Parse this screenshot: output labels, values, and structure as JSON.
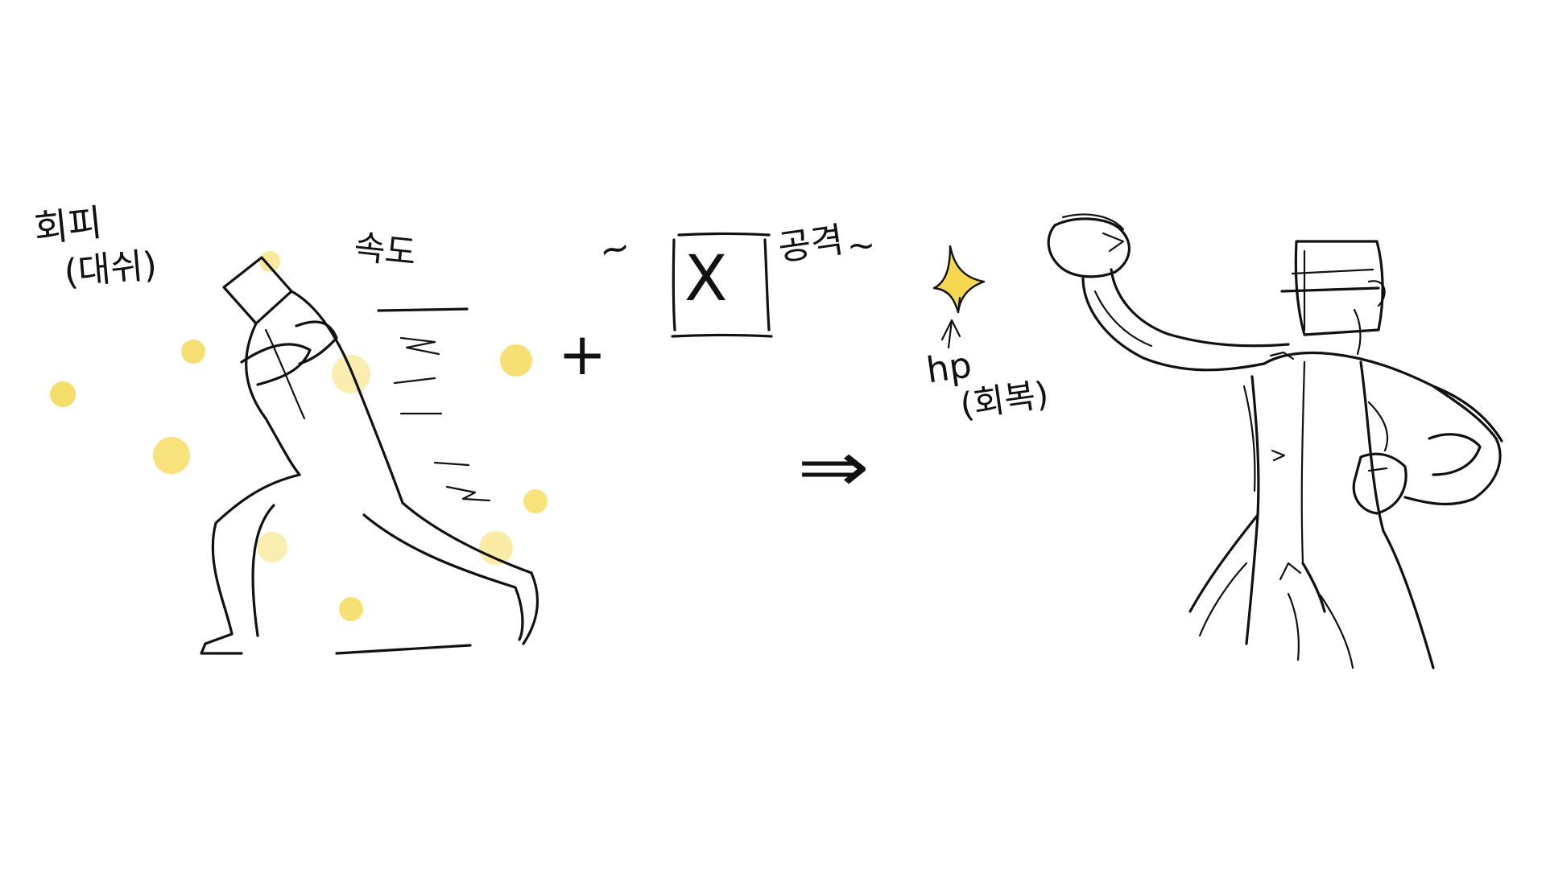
{
  "labels": {
    "evade": "회피",
    "evade_sub": "(대쉬)",
    "speed": "속도",
    "plus": "+",
    "tilde_before_key": "~",
    "key": "X",
    "attack": "공격",
    "tilde_after_attack": "~",
    "result_arrow": "⇒",
    "hp": "hp",
    "hp_sub": "(회복)"
  },
  "colors": {
    "ink": "#111111",
    "highlight": "#f5d850",
    "background": "#ffffff"
  },
  "icons": {
    "sparkle": "sparkle-icon",
    "up_arrow": "arrow-up-icon",
    "key_box": "key-box-icon"
  }
}
